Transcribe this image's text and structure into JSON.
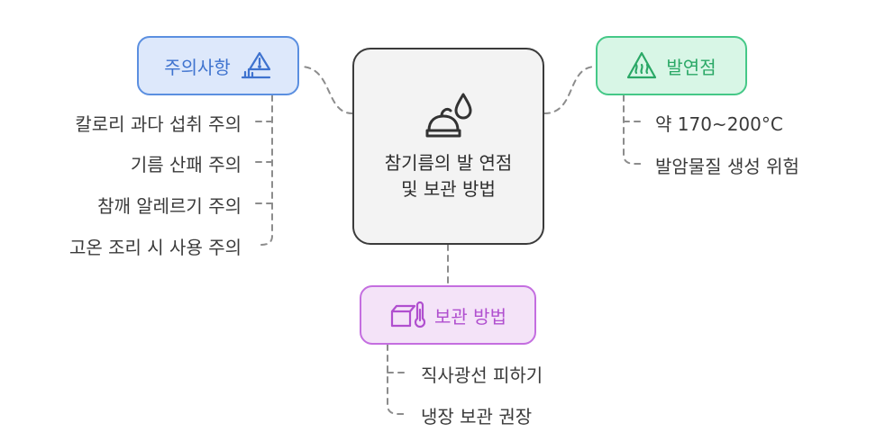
{
  "center": {
    "title": "참기름의 발 연점 및 보관 방법",
    "icon": "oil-drop-icon"
  },
  "branches": {
    "caution": {
      "label": "주의사항",
      "icon": "warning-icon",
      "color": "#5b8fe0",
      "items": [
        "칼로리 과다 섭취 주의",
        "기름 산패 주의",
        "참깨 알레르기 주의",
        "고온 조리 시 사용 주의"
      ]
    },
    "smoke_point": {
      "label": "발연점",
      "icon": "heat-icon",
      "color": "#45c887",
      "items": [
        "약 170~200°C",
        "발암물질 생성 위험"
      ]
    },
    "storage": {
      "label": "보관 방법",
      "icon": "box-thermometer-icon",
      "color": "#c46ee0",
      "items": [
        "직사광선 피하기",
        "냉장 보관 권장"
      ]
    }
  }
}
